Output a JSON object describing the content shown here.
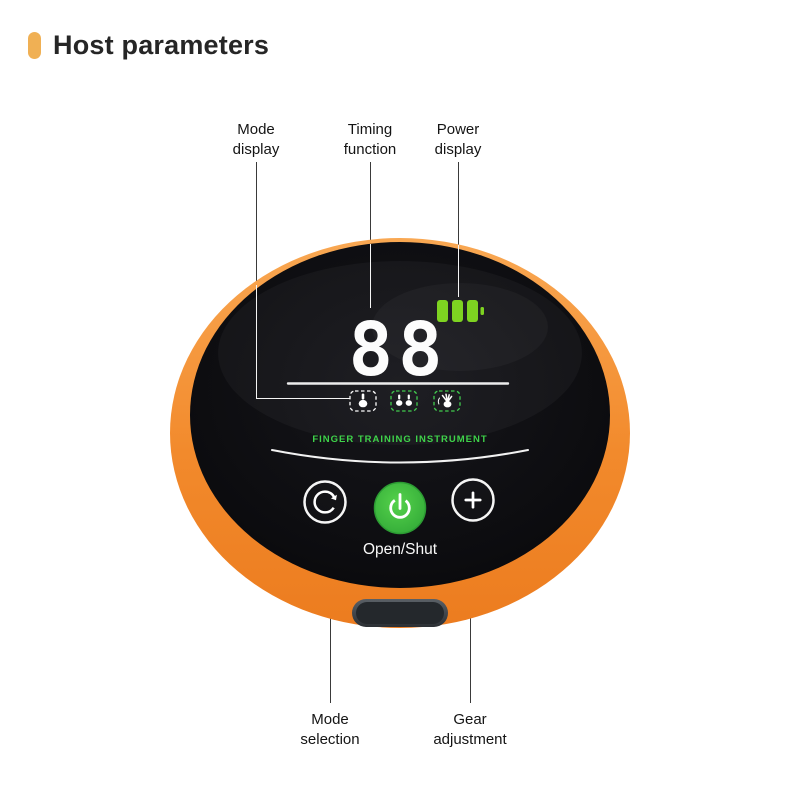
{
  "header": {
    "title": "Host parameters"
  },
  "callouts": {
    "mode_display": "Mode display",
    "timing_function": "Timing function",
    "power_display": "Power display",
    "mode_selection": "Mode selection",
    "gear_adjustment": "Gear adjustment"
  },
  "device": {
    "display_value": "88",
    "battery_bars": 3,
    "brand_text": "FINGER TRAINING INSTRUMENT",
    "power_button_label": "Open/Shut",
    "colors": {
      "body_orange": "#F1892F",
      "screen_black": "#0A0A0C",
      "accent_green": "#3FD34A",
      "battery_green": "#7ED321"
    }
  }
}
